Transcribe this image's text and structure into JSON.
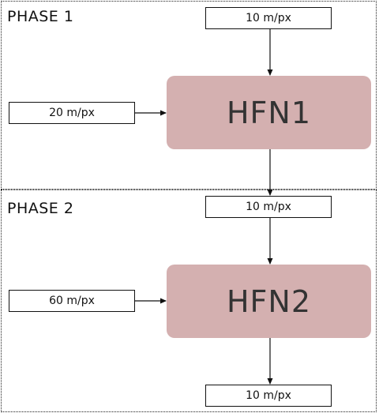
{
  "colors": {
    "network_fill": "#d4b0b0",
    "stroke": "#111111"
  },
  "phase1": {
    "label": "PHASE 1",
    "top_input": "10 m/px",
    "side_input": "20 m/px",
    "network": "HFN1"
  },
  "phase2": {
    "label": "PHASE 2",
    "top_input": "10 m/px",
    "side_input": "60 m/px",
    "network": "HFN2",
    "output": "10 m/px"
  }
}
